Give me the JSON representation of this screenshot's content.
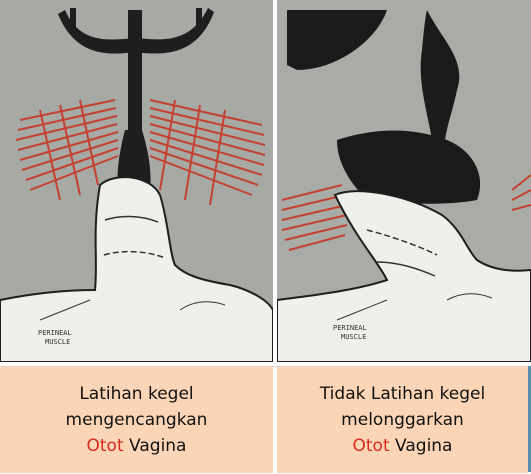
{
  "panels": [
    {
      "label_tag": "PERINEAL MUSCLE (original illustration label)",
      "caption": {
        "line1": "Latihan kegel",
        "line2": "mengencangkan",
        "line3_red": "Otot",
        "line3_rest": " Vagina"
      }
    },
    {
      "label_tag": "PERINEAL MUSCLE (original illustration label)",
      "caption": {
        "line1": "Tidak Latihan kegel",
        "line2": "melonggarkan",
        "line3_red": "Otot",
        "line3_rest": " Vagina"
      }
    }
  ],
  "colors": {
    "caption_bg": "#fbd5b5",
    "accent_red": "#d82a1f",
    "muscle_red": "#c0392b",
    "illustration_bg": "#a9aba7",
    "dark_ink": "#1c1c1c"
  }
}
